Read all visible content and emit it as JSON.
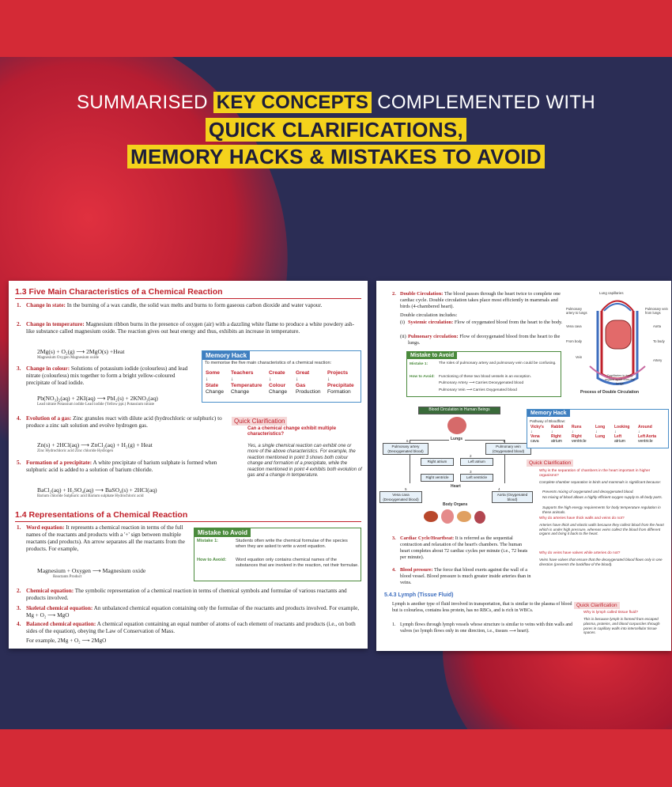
{
  "headline": {
    "line1_pre": "SUMMARISED",
    "line1_hl": "KEY CONCEPTS",
    "line1_post": "COMPLEMENTED WITH",
    "line2": "QUICK CLARIFICATIONS,",
    "line3": "MEMORY HACKS & MISTAKES TO AVOID"
  },
  "left": {
    "sec13": "1.3  Five Main Characteristics of a Chemical Reaction",
    "i1n": "1.",
    "i1b": "Change in state:",
    "i1t": "In the burning of a wax candle, the solid wax melts and burns to form gaseous carbon dioxide and water vapour.",
    "i2n": "2.",
    "i2b": "Change in temperature:",
    "i2t": "Magnesium ribbon burns in the presence of oxygen (air) with a dazzling white flame to produce a white powdery ash-like substance called magnesium oxide. The reaction gives out heat energy and thus, exhibits an increase in temperature.",
    "eq1": "2Mg(s)  +  O₂(g)  ⟶  2MgO(s)  +Heat",
    "eq1s": "Magnesium        Oxygen              Magnesium oxide",
    "i3n": "3.",
    "i3b": "Change in colour:",
    "i3t": "Solutions of potassium iodide (colourless) and lead nitrate (colourless) mix together to form a bright yellow-coloured precipitate of lead iodide.",
    "eq2": "Pb(NO₃)₂(aq) + 2KI(aq)  ⟶  PbI₂(s) + 2KNO₃(aq)",
    "eq2s": "Lead nitrate          Potassium iodide          Lead iodide (Yellow ppt.)   Potassium nitrate",
    "i4n": "4.",
    "i4b": "Evolution of a gas:",
    "i4t": "Zinc granules react with dilute acid (hydrochloric or sulphuric) to produce a zinc salt solution and evolve hydrogen gas.",
    "eq3": "Zn(s)  +  2HCl(aq)  ⟶  ZnCl₂(aq)  +  H₂(g)  + Heat",
    "eq3s": "Zinc        Hydrochloric acid        Zinc chloride        Hydrogen",
    "i5n": "5.",
    "i5b": "Formation of a precipitate:",
    "i5t": "A white precipitate of barium sulphate is formed when sulphuric acid is added to a solution of barium chloride.",
    "eq4": "BaCl₂(aq) + H₂SO₄(aq)  ⟶  BaSO₄(s)  +  2HCl(aq)",
    "eq4s": "Barium chloride    Sulphuric acid        Barium sulphate       Hydrochloric acid",
    "mh_title": "Memory Hack",
    "mh_sub": "To memorise the five main characteristics of a chemical reaction:",
    "mh_words": [
      {
        "a": "Some",
        "b": "State",
        "c": "Change"
      },
      {
        "a": "Teachers",
        "b": "Temperature",
        "c": "Change"
      },
      {
        "a": "Create",
        "b": "Colour",
        "c": "Change"
      },
      {
        "a": "Great",
        "b": "Gas",
        "c": "Production"
      },
      {
        "a": "Projects",
        "b": "Precipitate",
        "c": "Formation"
      }
    ],
    "qc_title": "Quick Clarification",
    "qc_q": "Can a chemical change exhibit multiple characteristics?",
    "qc_a": "Yes, a single chemical reaction can exhibit one or more of the above characteristics. For example, the reaction mentioned in point 3 shows both colour change and formation of a precipitate, while the reaction mentioned in point 4 exhibits both evolution of gas and a change in temperature.",
    "sec14": "1.4  Representations of a Chemical Reaction",
    "w1n": "1.",
    "w1b": "Word equation:",
    "w1t": "It represents a chemical reaction in terms of the full names of the reactants and products with a '+' sign between multiple reactants (and products). An arrow separates all the reactants from the products. For example,",
    "weq": "Magnesium + Oxygen  ⟶  Magnesium oxide",
    "weqs": "Reactants                                  Product",
    "mta_title": "Mistake to Avoid",
    "mta_l1": "Mistake 1:",
    "mta_t1": "Students often write the chemical formulae of the species when they are asked to write a word equation.",
    "mta_l2": "How to Avoid:",
    "mta_t2": "Word equation only contains chemical names of the substances that are involved in the reaction, not their formulae.",
    "w2n": "2.",
    "w2b": "Chemical equation:",
    "w2t": "The symbolic representation of a chemical reaction in terms of chemical symbols and formulae of various reactants and products involved.",
    "w3n": "3.",
    "w3b": "Skeletal chemical equation:",
    "w3t": "An unbalanced chemical equation containing only the formulae of the reactants and products involved. For example, Mg + O₂ ⟶ MgO",
    "w4n": "4.",
    "w4b": "Balanced chemical equation:",
    "w4t": "A chemical equation containing an equal number of atoms of each element of reactants and products (i.e., on both sides of the equation), obeying the Law of Conservation of Mass.",
    "w4ex": "For example, 2Mg + O₂ ⟶ 2MgO"
  },
  "right": {
    "d2n": "2.",
    "d2b": "Double Circulation:",
    "d2t": "The blood passes through the heart twice to complete one cardiac cycle. Double circulation takes place most efficiently in mammals and birds (4-chambered heart).",
    "d2inc": "Double circulation includes:",
    "d2i": "(i)",
    "d2ib": "Systemic circulation:",
    "d2it": "Flow of oxygenated blood from the heart to the body.",
    "d2ii": "(ii)",
    "d2iib": "Pulmonary circulation:",
    "d2iit": "Flow of deoxygenated blood from the heart to the lungs.",
    "mta_title": "Mistake to Avoid",
    "mta_l1": "Mistake 1:",
    "mta_t1": "The roles of pulmonary artery and pulmonary vein could be confusing.",
    "mta_l2": "How to Avoid:",
    "mta_t2": "Functioning of these two blood vessels is an exception.",
    "mta_t3": "Pulmonary Artery ⟶ Carries Deoxygenated blood",
    "mta_t4": "Pulmonary Vein ⟶ Carries Oxygenated blood",
    "dc_labels": {
      "lung": "Lung capillaries",
      "pa": "Pulmonary artery to lungs",
      "pv": "Pulmonary vein from lungs",
      "vc": "Vena cava",
      "ao": "Aorta",
      "fb": "From body",
      "tb": "To body",
      "vein": "Vein",
      "art": "Artery",
      "cap": "Capillaries in body organs apart from the lungs"
    },
    "dc_title": "Process of Double Circulation",
    "bc_title": "Blood Circulation in Human Beings",
    "bc_lungs": "Lungs",
    "bc_pa": "Pulmonary artery (Deoxygenated blood)",
    "bc_pv": "Pulmonary vein (Oxygenated blood)",
    "bc_ra": "Right atrium",
    "bc_la": "Left atrium",
    "bc_rv": "Right ventricle",
    "bc_lv": "Left ventricle",
    "bc_heart": "Heart",
    "bc_vc": "Vena cava (Deoxygenated blood)",
    "bc_ao": "Aorta (Oxygenated blood)",
    "bc_organs": "Body Organs",
    "bc_nums": [
      "6",
      "1",
      "2",
      "3",
      "4",
      "5"
    ],
    "mh_title": "Memory Hack",
    "mh_sub": "Pathway of Bloodflow:",
    "mh_words": [
      {
        "a": "Vicky's",
        "b": "Vena",
        "c": "cava"
      },
      {
        "a": "Rabbit",
        "b": "Right",
        "c": "atrium"
      },
      {
        "a": "Runs",
        "b": "Right",
        "c": "ventricle"
      },
      {
        "a": "Long",
        "b": "Lung",
        "c": ""
      },
      {
        "a": "Looking",
        "b": "Left",
        "c": "atrium"
      },
      {
        "a": "Around",
        "b": "Left",
        "c": "ventricle"
      },
      {
        "a": "",
        "b": "Aorta",
        "c": ""
      }
    ],
    "qc_title": "Quick Clarification",
    "qc_q1": "Why is the separation of chambers in the heart important in higher organisms?",
    "qc_a1": "Complete chamber separation in birds and mammals is significant because:",
    "qc_b1": "Prevents mixing of oxygenated and deoxygenated blood.",
    "qc_b2": "No mixing of blood allows a highly efficient oxygen supply to all body parts.",
    "qc_b3": "Supports the high energy requirements for body temperature regulation in these animals.",
    "qc_q2": "Why do arteries have thick walls and veins do not?",
    "qc_a2": "Arteries have thick and elastic walls because they collect blood from the heart which is under high pressure, whereas veins collect the blood from different organs and bring it back to the heart.",
    "qc_q3": "Why do veins have valves while arteries do not?",
    "qc_a3": "Veins have valves that ensure that the deoxygenated blood flows only in one direction (prevents the backflow of the blood).",
    "c3n": "3.",
    "c3b": "Cardiac Cycle/Heartbeat:",
    "c3t": "It is referred as the sequential contraction and relaxation of the heart's chambers. The human heart completes about 72 cardiac cycles per minute (i.e., 72 beats per minute).",
    "c4n": "4.",
    "c4b": "Blood pressure:",
    "c4t": "The force that blood exerts against the wall of a blood vessel. Blood pressure is much greater inside arteries than in veins.",
    "sub": "5.4.3 Lymph (Tissue Fluid)",
    "ly": "Lymph is another type of fluid involved in transportation, that is similar to the plasma of blood but is colourless, contains less protein, has no RBCs, and is rich in WBCs.",
    "ly1n": "1.",
    "ly1": "Lymph flows through lymph vessels whose structure is similar to veins with thin walls and valves (so lymph flows only in one direction, i.e., tissues ⟶ heart).",
    "qc2_title": "Quick Clarification",
    "qc2_q": "Why is lymph called tissue fluid?",
    "qc2_a": "This is because lymph is formed from escaped plasma, proteins, and blood corpuscles through pores in capillary walls into intercellular tissue spaces."
  }
}
